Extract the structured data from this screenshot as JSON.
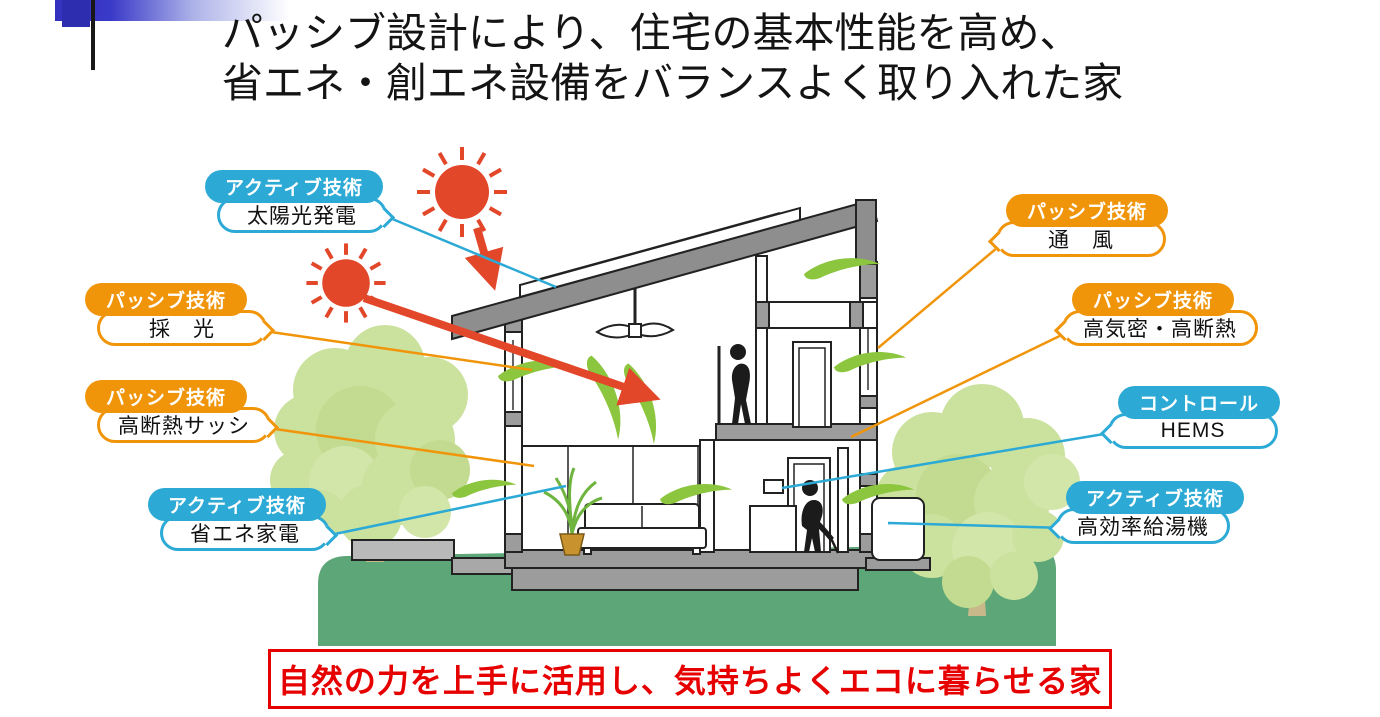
{
  "slide": {
    "title": {
      "line1": "パッシブ設計により、住宅の基本性能を高め、",
      "line2": "省エネ・創エネ設備をバランスよく取り入れた家"
    },
    "footer_banner": "自然の力を上手に活用し、気持ちよくエコに暮らせる家"
  },
  "callouts": [
    {
      "category": "アクティブ技術",
      "label": "太陽光発電",
      "type": "active"
    },
    {
      "category": "パッシブ技術",
      "label": "採　光",
      "type": "passive"
    },
    {
      "category": "パッシブ技術",
      "label": "高断熱サッシ",
      "type": "passive"
    },
    {
      "category": "アクティブ技術",
      "label": "省エネ家電",
      "type": "active"
    },
    {
      "category": "パッシブ技術",
      "label": "通　風",
      "type": "passive"
    },
    {
      "category": "パッシブ技術",
      "label": "高気密・高断熱",
      "type": "passive"
    },
    {
      "category": "コントロール",
      "label": "HEMS",
      "type": "active"
    },
    {
      "category": "アクティブ技術",
      "label": "高効率給湯機",
      "type": "active"
    }
  ],
  "colors": {
    "active_blue": "#2CAAD5",
    "passive_orange": "#F0950A",
    "banner_red": "#E60000",
    "sun_red": "#E2472A",
    "wind_green": "#8CC63F",
    "grass_green": "#5CA678",
    "tree_green": "#CBE19E",
    "house_gray": "#8E8E8E"
  },
  "diagram": {
    "icons": [
      "sun-icon",
      "wind-swoosh-icon",
      "tree-icon",
      "house-cross-section",
      "person-silhouette",
      "ceiling-fan-icon",
      "solar-panel",
      "water-heater-unit",
      "hems-panel"
    ]
  }
}
